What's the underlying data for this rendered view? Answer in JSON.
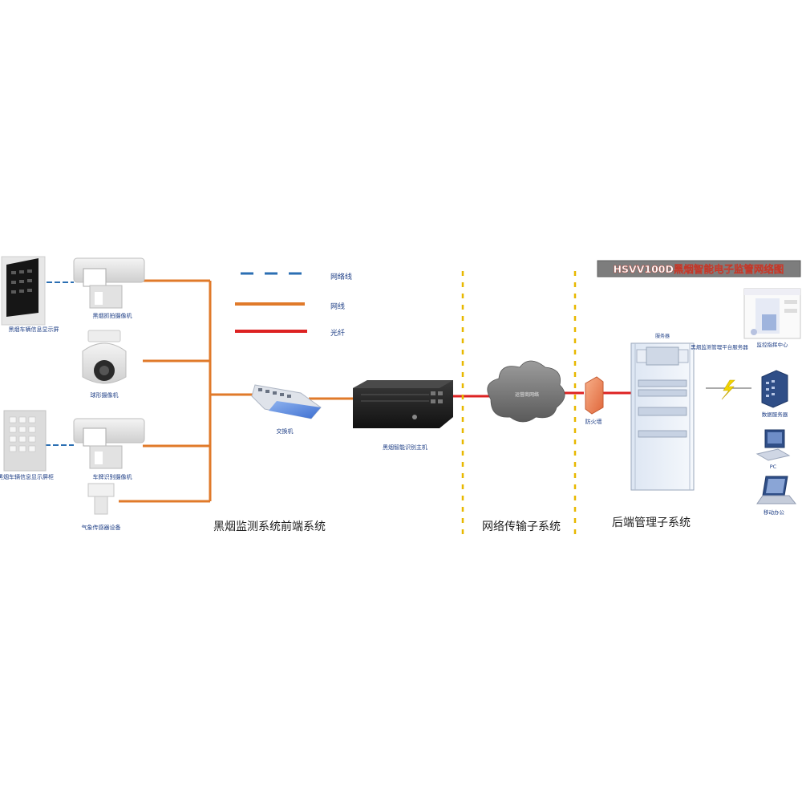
{
  "banner": {
    "title": "HSVV100D黑烟智能电子监管网络图"
  },
  "legend": {
    "items": [
      {
        "label": "网络线",
        "color": "#2b6fb3",
        "style": "dashed"
      },
      {
        "label": "网线",
        "color": "#e07a2a",
        "style": "solid"
      },
      {
        "label": "光纤",
        "color": "#dd2222",
        "style": "solid"
      }
    ]
  },
  "devices": {
    "plate_display": "黑烟车辆信息显示屏",
    "camera_top": "黑烟抓拍摄像机",
    "dome_camera": "球形摄像机",
    "camera_bottom": "车牌识别摄像机",
    "keypad_box": "黑烟车辆信息显示屏柜",
    "weather_sensor": "气象传感器设备",
    "switch": "交换机",
    "nvr": "黑烟智能识别主机",
    "cloud": "运营商网络",
    "firewall": "防火墙",
    "rack": "服务器",
    "rack_note": "黑烟监测管理平台服务器",
    "monitor_screen": "监控指挥中心",
    "server_box": "数据服务器",
    "pc": "PC",
    "laptop": "移动办公"
  },
  "sections": {
    "front": "黑烟监测系统前端系统",
    "network": "网络传输子系统",
    "backend": "后端管理子系统"
  },
  "colors": {
    "orange": "#e07a2a",
    "red": "#dd2222",
    "blue": "#2b6fb3",
    "divider": "#e8b800"
  }
}
